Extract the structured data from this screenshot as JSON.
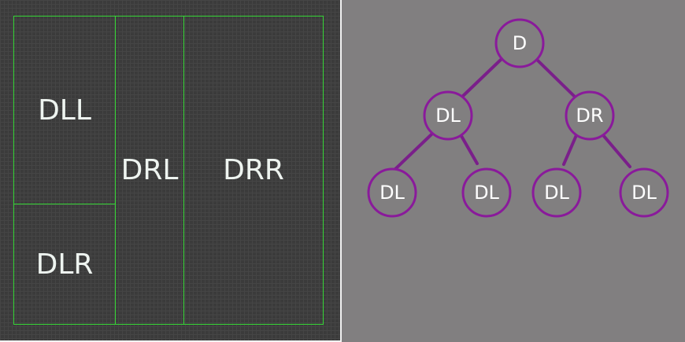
{
  "partition": {
    "regions": [
      {
        "id": "dll",
        "label": "DLL"
      },
      {
        "id": "dlr",
        "label": "DLR"
      },
      {
        "id": "drl",
        "label": "DRL"
      },
      {
        "id": "drr",
        "label": "DRR"
      }
    ]
  },
  "tree": {
    "root": "D",
    "level1": [
      "DL",
      "DR"
    ],
    "level2": [
      "DL",
      "DL",
      "DL",
      "DL"
    ]
  },
  "colors": {
    "grid_background": "#3b3b3b",
    "partition_line": "#36d636",
    "tree_background": "#817f80",
    "node_stroke": "#8a1a9b",
    "node_fill": "#817f80",
    "edge": "#7a1f8a",
    "text": "#ffffff"
  }
}
